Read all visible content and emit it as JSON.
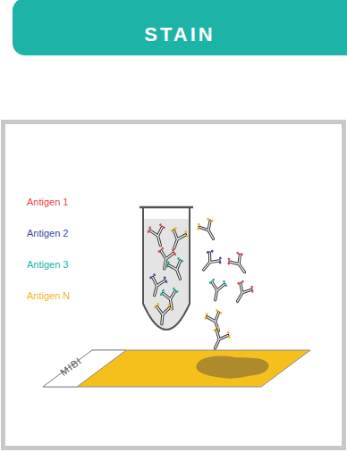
{
  "diagram": {
    "title": "STAIN",
    "labels": [
      "Antigen 1",
      "Antigen 2",
      "Antigen 3",
      "Antigen N",
      "MIBI"
    ]
  }
}
